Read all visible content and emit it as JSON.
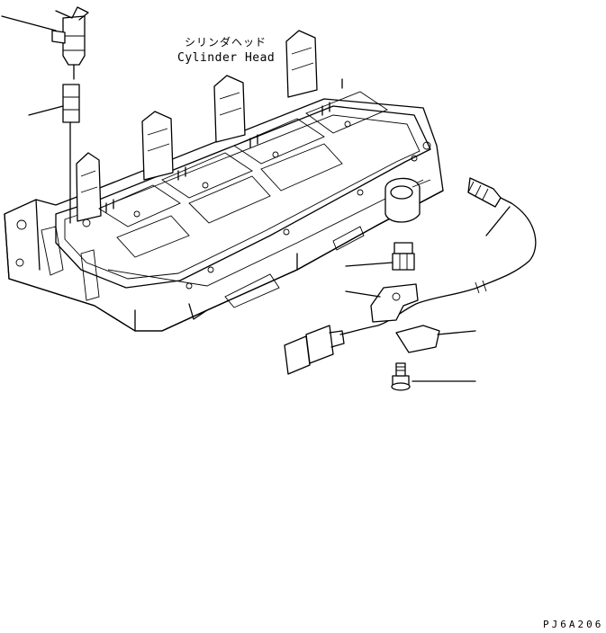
{
  "labels": {
    "cylinder_head_jp": "シリンダヘッド",
    "cylinder_head_en": "Cylinder Head"
  },
  "figure_code": "PJ6A206"
}
